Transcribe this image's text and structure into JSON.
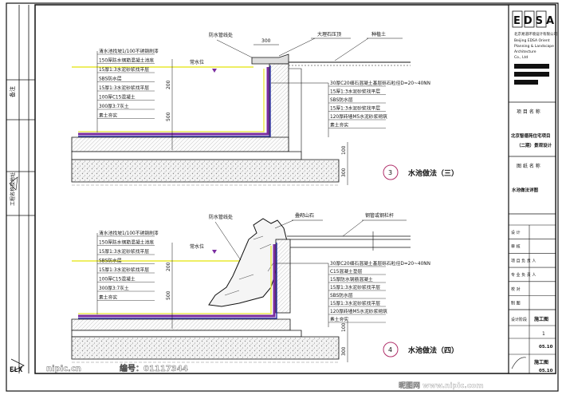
{
  "left_strip": {
    "label_top": "备注",
    "label_mid": "工程名称及地址"
  },
  "title_block": {
    "logo": "EDSA",
    "company_lines": [
      "北京易道环境设计有限公司",
      "Beijing EDSA Orient",
      "Planning & Landscape",
      "Architecture",
      "Co., Ltd"
    ],
    "project_label": "项 目 名 称",
    "project_name_1": "北京智德苑住宅项目",
    "project_name_2": "（二期）景观设计",
    "drawing_label": "图 纸 名 称",
    "drawing_name": "水池做法详图",
    "rows": [
      "设 计",
      "审 核",
      "项 目 负 责 人",
      "专 业 负 责 人",
      "校 对",
      "制 图"
    ],
    "stage_label": "设计阶段",
    "stage_value": "施工图",
    "scale_value": "1",
    "date_value": "05.10",
    "stage_value_2": "施工图",
    "date_value_2": "05.10"
  },
  "detail3": {
    "top_notes": [
      "防水管线处",
      "300",
      "大理石压顶",
      "种植土"
    ],
    "water_label": "常水位",
    "dims": [
      "200",
      "500",
      "100",
      "300"
    ],
    "left_layers": [
      "清水池找坡1/100不锈钢刷漆",
      "150厚防水钢筋混凝土池底",
      "15厚1:3水泥砂浆找平层",
      "SBS防水层",
      "15厚1:3水泥砂浆找平层",
      "100厚C15混凝土",
      "300厚3:7灰土",
      "素土夯实"
    ],
    "right_layers": [
      "30厚C20细石混凝土基层砾石粒径D=20~40NN",
      "15厚1:3水泥砂浆找平层",
      "SBS防水层",
      "15厚1:3水泥砂浆找平层",
      "120厚砖墙M5水泥砂浆砌筑",
      "素土夯实"
    ],
    "callout_number": "3",
    "title": "水池做法（三）"
  },
  "detail4": {
    "top_notes": [
      "防水管线处",
      "叠砌山石",
      "钢管或钢栏杆"
    ],
    "water_label": "常水位",
    "dims": [
      "200",
      "500",
      "100",
      "300"
    ],
    "left_layers": [
      "清水池找坡1/100不锈钢刷漆",
      "150厚防水钢筋混凝土池底",
      "15厚1:3水泥砂浆找平层",
      "SBS防水层",
      "15厚1:3水泥砂浆找平层",
      "100厚C15混凝土",
      "300厚3:7灰土",
      "素土夯实"
    ],
    "right_layers": [
      "30厚C20细石混凝土基层砾石粒径D=20~40NN",
      "C15混凝土垫层",
      "15厚防水钢筋混凝土",
      "15厚1:3水泥砂浆找平层",
      "SBS防水层",
      "15厚1:3水泥砂浆找平层",
      "120厚砖墙M5水泥砂浆砌筑",
      "素土夯实"
    ],
    "callout_number": "4",
    "title": "水池做法（四）"
  },
  "watermark": {
    "left": "nipic.cn",
    "id_label": "编号：01117344",
    "right": "昵图网 www.nipic.com"
  },
  "colors": {
    "line": "#1a1a1a",
    "yellow": "#e8e830",
    "purple": "#7a2ca0",
    "blue": "#2b2fa8",
    "hatch": "#9a9a9a",
    "callout": "#b0306a"
  }
}
